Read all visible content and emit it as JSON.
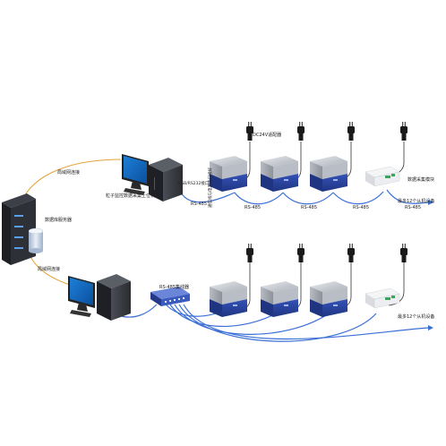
{
  "labels": {
    "lan_top": "局域网连接",
    "lan_bottom": "局域网连接",
    "server": "数据库服务器",
    "pc_top": "粒子监控数据采集上位机",
    "usb_port": "USB/RS232接口",
    "vertical_note": "通信线与电源线已接好",
    "dc_power": "DC24V适配器",
    "rs485_labels": [
      "RS-485",
      "RS-485",
      "RS-485",
      "RS-485",
      "RS-485"
    ],
    "collector": "数据采集模块",
    "max_top": "最多12个从机设备",
    "rs485_hub": "RS-485集线器",
    "max_bottom": "最多12个从机设备"
  },
  "colors": {
    "cable_blue": "#3a6fd6",
    "lan_orange": "#e2a33a",
    "sensor_blue": "#2d48a8",
    "sensor_steel": "#c8ccd2",
    "hub_blue": "#3b5bbf"
  }
}
